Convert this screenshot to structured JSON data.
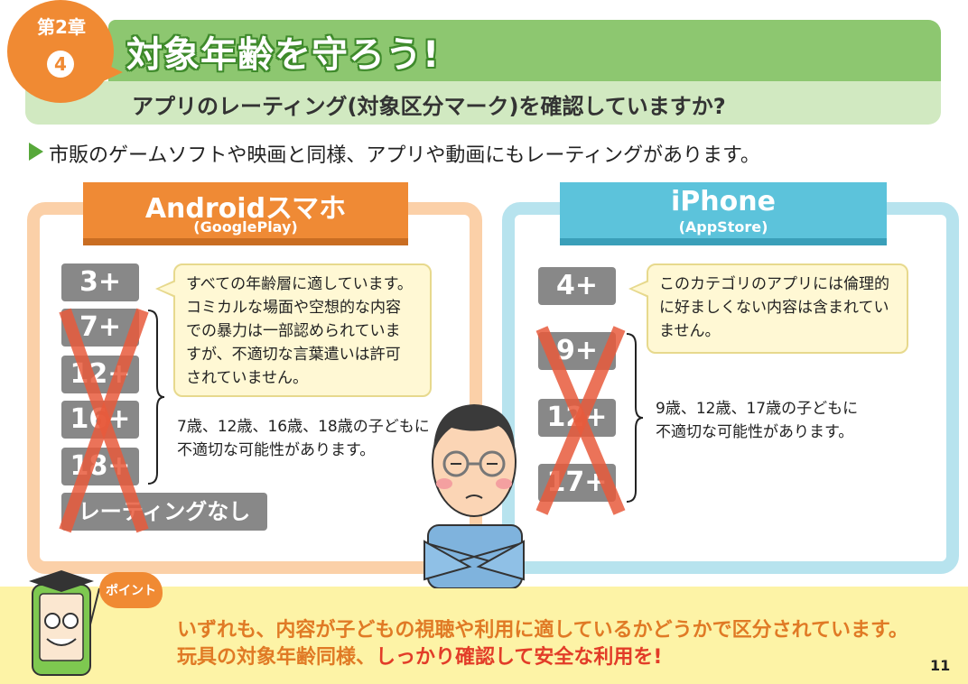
{
  "header": {
    "chapter_label": "第2章",
    "chapter_number": "4",
    "title": "対象年齢を守ろう!",
    "subtitle": "アプリのレーティング(対象区分マーク)を確認していますか?"
  },
  "intro": "市販のゲームソフトや映画と同様、アプリや動画にもレーティングがあります。",
  "android": {
    "name": "Androidスマホ",
    "store": "(GooglePlay)",
    "ratings": [
      "3+",
      "7+",
      "12+",
      "16+",
      "18+"
    ],
    "no_rating": "レーティングなし",
    "bubble_lines": [
      "すべての年齢層に適しています。",
      "コミカルな場面や空想的な内容",
      "での暴力は一部認められていま",
      "すが、不適切な言葉遣いは許可",
      "されていません。"
    ],
    "note_lines": [
      "7歳、12歳、16歳、18歳の子どもに",
      "不適切な可能性があります。"
    ]
  },
  "iphone": {
    "name": "iPhone",
    "store": "(AppStore)",
    "ratings": [
      "4+",
      "9+",
      "12+",
      "17+"
    ],
    "bubble_lines": [
      "このカテゴリのアプリには倫理的",
      "に好ましくない内容は含まれてい",
      "ません。"
    ],
    "note_lines": [
      "9歳、12歳、17歳の子どもに",
      "不適切な可能性があります。"
    ]
  },
  "point": {
    "label": "ポイント",
    "line1": "いずれも、内容が子どもの視聴や利用に適しているかどうかで区分されています。",
    "line2_normal": "玩具の対象年齢同様、",
    "line2_highlight": "しっかり確認して安全な利用を!"
  },
  "page_number": "11",
  "colors": {
    "header_green": "#8dc770",
    "android_orange": "#ef8a35",
    "iphone_blue": "#5cc3db",
    "cross_red": "#e85a3c",
    "point_yellow": "#fdf3a6"
  }
}
